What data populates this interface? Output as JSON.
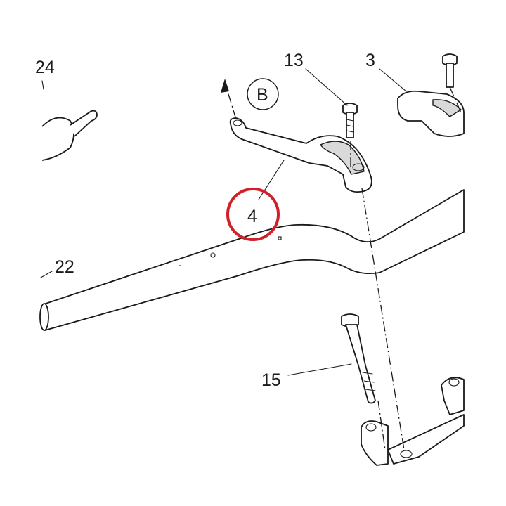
{
  "diagram": {
    "callouts": {
      "part_24": "24",
      "part_13": "13",
      "part_3": "3",
      "view_b": "B",
      "part_4": "4",
      "part_22": "22",
      "part_15": "15"
    },
    "highlight_color": "#d0202a",
    "line_color": "#1a1a1a"
  }
}
